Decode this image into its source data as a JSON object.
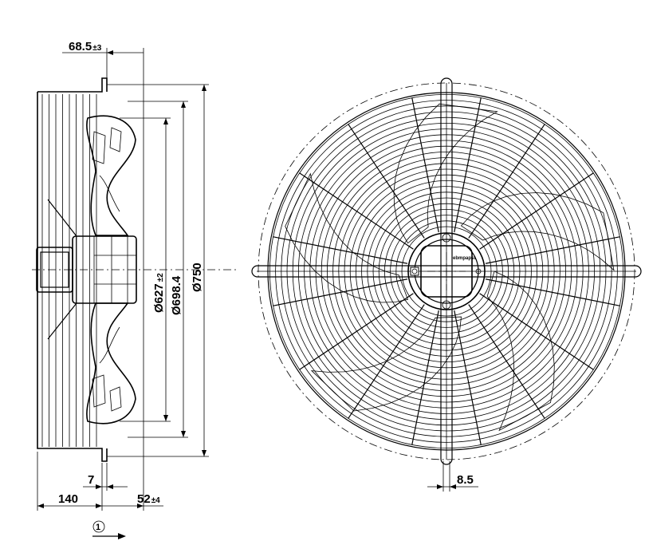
{
  "dimensions": {
    "d_hub_offset": {
      "value": "68.5",
      "tol": "±3"
    },
    "d_inlet": {
      "value": "Ø627",
      "tol": "±2"
    },
    "d_blade": {
      "value": "Ø698.4"
    },
    "d_guard": {
      "value": "Ø750"
    },
    "d_guard_thickness": {
      "value": "7"
    },
    "d_total_depth": {
      "value": "140"
    },
    "d_blade_offset": {
      "value": "52",
      "tol": "±4"
    },
    "d_mount_slot": {
      "value": "8.5"
    }
  },
  "airflow_marker": {
    "number": "1"
  },
  "logo_text": "ebmpapst",
  "colors": {
    "line": "#000000",
    "background": "#ffffff"
  }
}
